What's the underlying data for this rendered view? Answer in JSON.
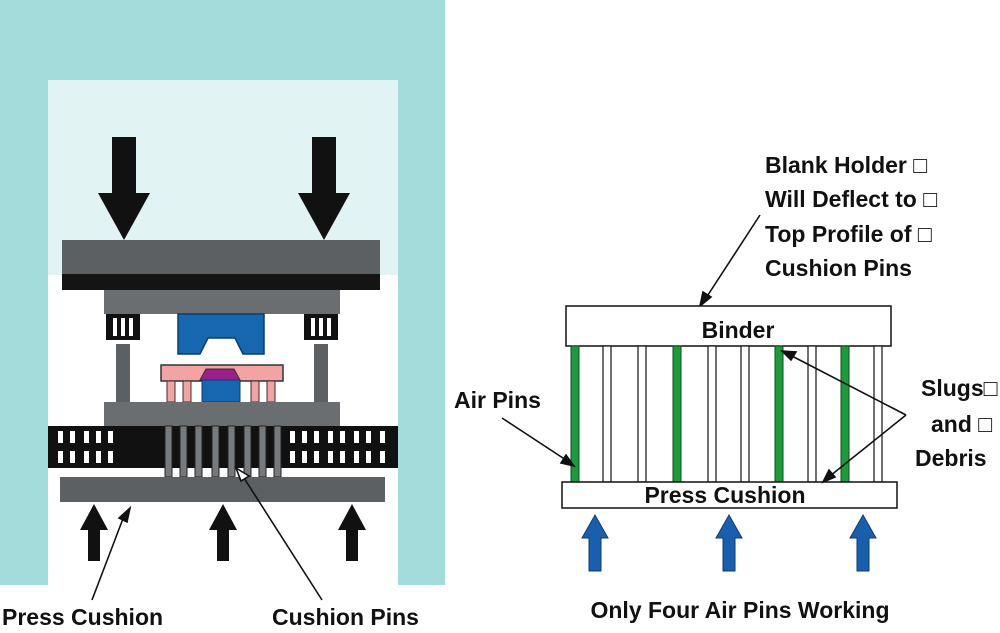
{
  "left_panel": {
    "label_press_cushion": "Press Cushion",
    "label_cushion_pins": "Cushion Pins"
  },
  "right_panel": {
    "callout_line1": "Blank Holder □",
    "callout_line2": "Will Deflect to □",
    "callout_line3": "Top Profile of □",
    "callout_line4": "Cushion Pins",
    "binder_label": "Binder",
    "press_cushion_label": "Press Cushion",
    "air_pins_label": "Air Pins",
    "slugs_line1": "Slugs□",
    "slugs_line2": "and □",
    "slugs_line3": "Debris",
    "caption": "Only Four Air Pins Working"
  },
  "colors": {
    "frame_teal": "#a4dcdc",
    "window_light": "#e2f3f3",
    "plate_gray": "#5a5d5f",
    "die_blue": "#1666b0",
    "punch_pink": "#f3a3a3",
    "punch_magenta": "#9a1f8c",
    "air_pin_green": "#1e9a3c",
    "arrow_blue": "#1a5fae",
    "arrow_black": "#111111"
  },
  "icons": {
    "press_arrow_down": "down-arrow-icon",
    "cushion_arrow_up": "up-arrow-icon"
  }
}
